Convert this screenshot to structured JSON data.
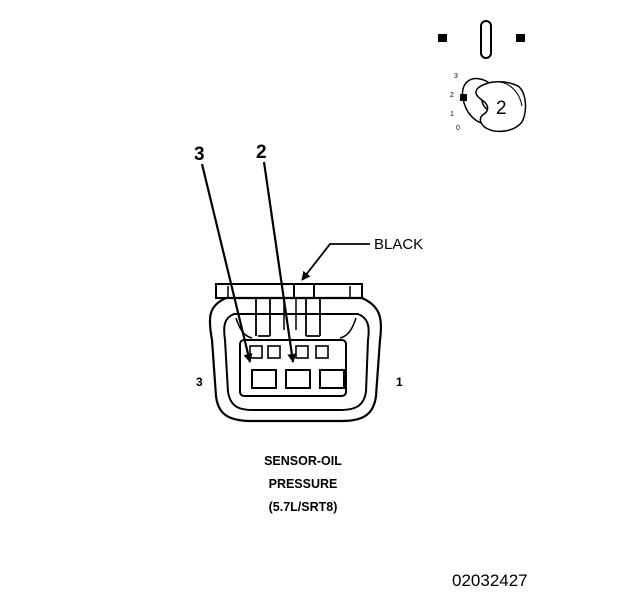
{
  "callouts": {
    "left": "3",
    "right": "2"
  },
  "wire_color_label": "BLACK",
  "side_labels": {
    "left": "3",
    "right": "1"
  },
  "caption": {
    "line1": "SENSOR-OIL",
    "line2": "PRESSURE",
    "line3": "(5.7L/SRT8)"
  },
  "figure_code": "02032427",
  "key_inset": {
    "dial_marks": [
      "3",
      "2",
      "1",
      "0"
    ],
    "key_number": "2"
  }
}
